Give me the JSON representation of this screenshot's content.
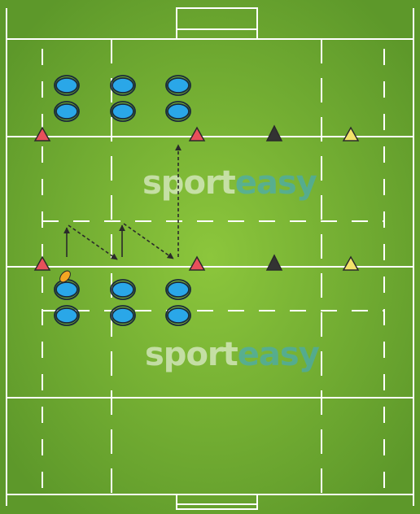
{
  "diagram": {
    "watermarks": [
      {
        "prefix": "sport",
        "suffix": "easy"
      },
      {
        "prefix": "sport",
        "suffix": "easy"
      }
    ]
  },
  "colors": {
    "field_center": "#8cc63c",
    "field_edge": "#5d982a",
    "line": "#ffffff",
    "player_fill": "#2aa7e8",
    "player_stroke": "#1a2a3a",
    "cone_red": "#e8505b",
    "cone_black": "#333333",
    "cone_yellow": "#f3e26a",
    "ball": "#f5a623",
    "watermark_prefix": "#ffffff",
    "watermark_suffix": "#3aa8d8"
  },
  "icons": {
    "player": "player-icon",
    "cone": "cone-icon",
    "ball": "rugby-ball-icon",
    "run_arrow": "run-arrow",
    "pass_arrow": "pass-arrow"
  }
}
